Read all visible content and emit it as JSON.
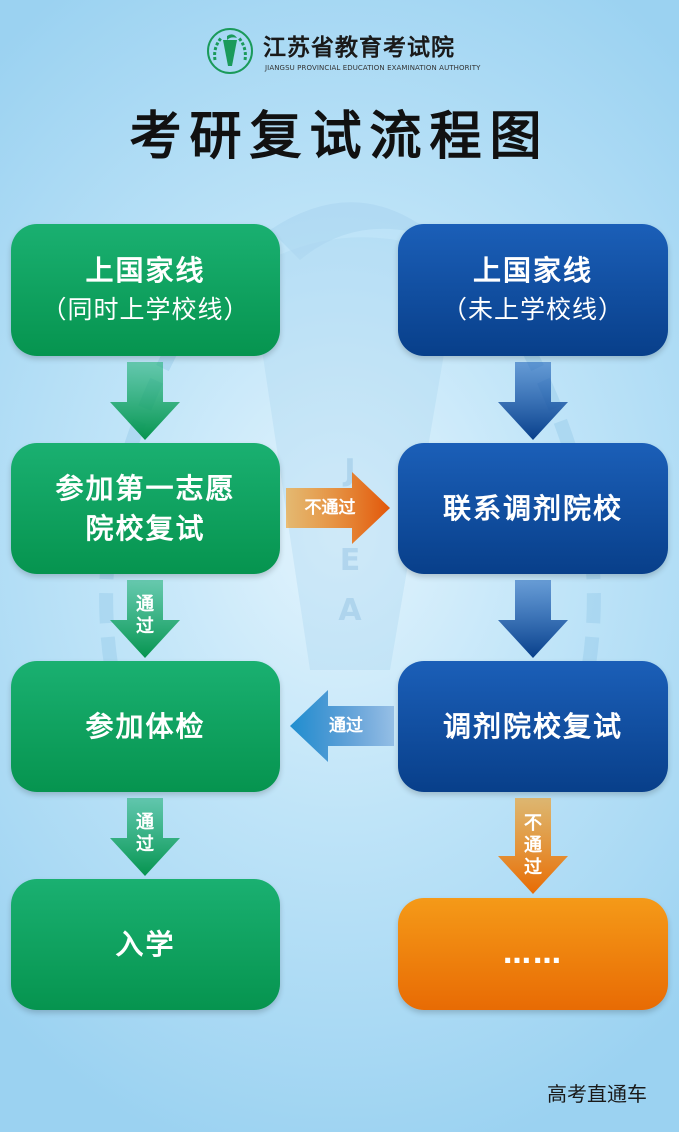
{
  "header": {
    "org_name": "江苏省教育考试院",
    "org_name_en": "JIANGSU PROVINCIAL EDUCATION EXAMINATION AUTHORITY",
    "title": "考研复试流程图",
    "watermark_letters": [
      "J",
      "E",
      "A"
    ]
  },
  "left_column": {
    "box1": {
      "line1": "上国家线",
      "line2": "（同时上学校线）"
    },
    "box2": {
      "line1": "参加第一志愿",
      "line2": "院校复试"
    },
    "box3": {
      "line1": "参加体检"
    },
    "box4": {
      "line1": "入学"
    }
  },
  "right_column": {
    "box1": {
      "line1": "上国家线",
      "line2": "（未上学校线）"
    },
    "box2": {
      "line1": "联系调剂院校"
    },
    "box3": {
      "line1": "调剂院校复试"
    },
    "box4": {
      "line1": "……"
    }
  },
  "arrows": {
    "fail_to_adjust": "不通过",
    "pass_to_exam": [
      "通",
      "过"
    ],
    "adjust_pass": "通过",
    "exam_pass": [
      "通",
      "过"
    ],
    "adjust_fail": [
      "不",
      "通",
      "过"
    ]
  },
  "footer": {
    "credit": "高考直通车"
  },
  "colors": {
    "green": "#0aa05a",
    "blue": "#0b4a9c",
    "orange": "#f0800c",
    "background": "#a8d9f4"
  }
}
